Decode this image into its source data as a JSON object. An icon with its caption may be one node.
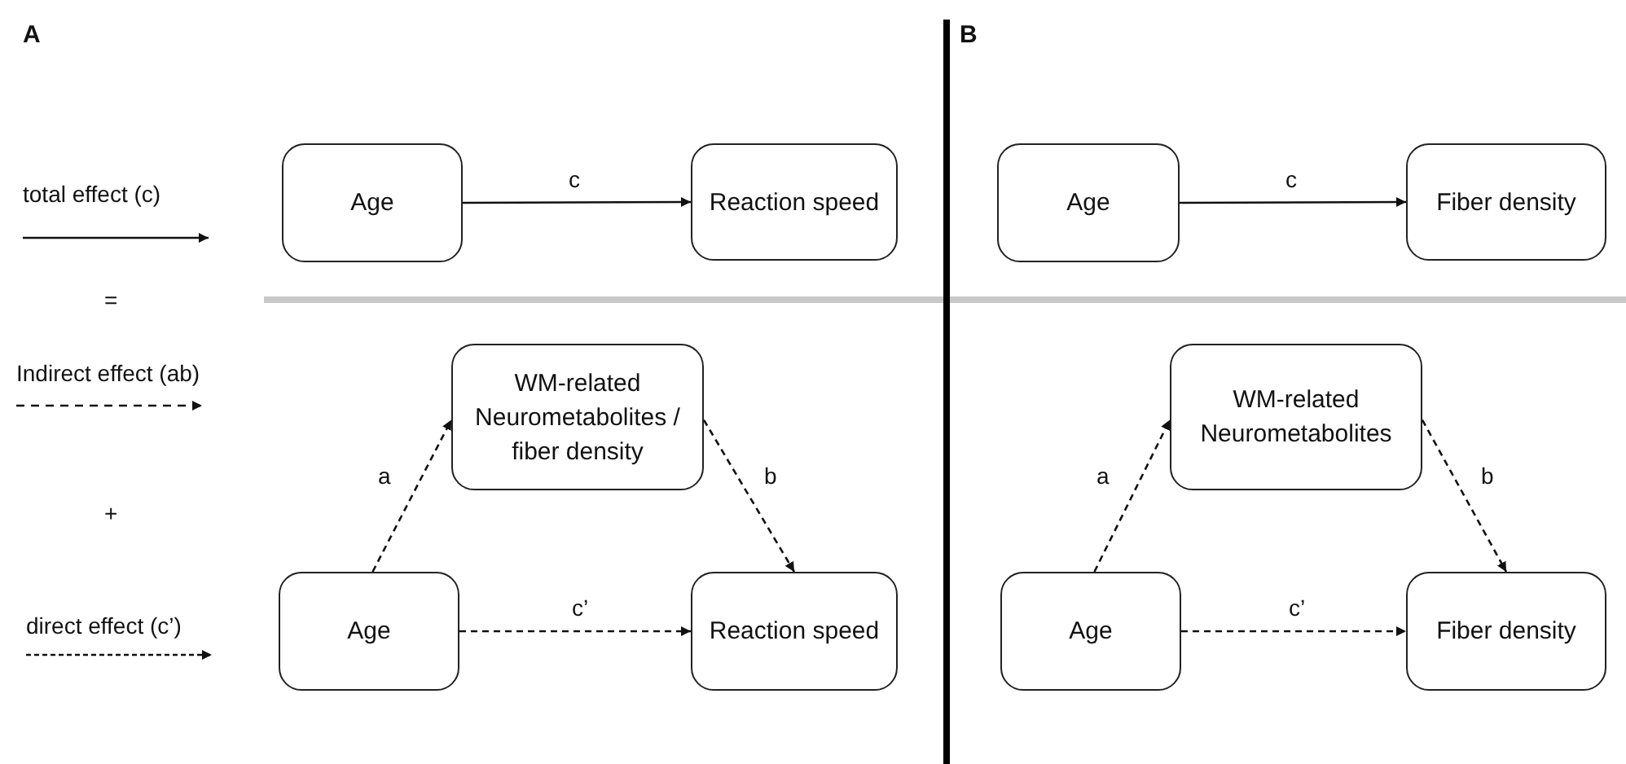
{
  "diagram": {
    "nodes": [
      {
        "text": [
          "Age"
        ]
      },
      {
        "text": [
          "Reaction speed"
        ]
      },
      {
        "text": [
          "WM-related Neurometabolites / fiber density"
        ]
      },
      {
        "text": [
          "Age"
        ]
      },
      {
        "text": [
          "Reaction speed"
        ]
      },
      {
        "text": [
          "Age"
        ]
      },
      {
        "text": [
          "Fiber density"
        ]
      },
      {
        "text": [
          "WM-related Neurometabolites"
        ]
      },
      {
        "text": [
          "Age"
        ]
      },
      {
        "text": [
          "Fiber density"
        ]
      }
    ],
    "edges": [
      {
        "from": 0,
        "to": 1,
        "arrow": "to",
        "label": "c"
      },
      {
        "from": 3,
        "to": 2,
        "arrow": "to",
        "label": "a",
        "style": "dashed"
      },
      {
        "from": 2,
        "to": 4,
        "arrow": "to",
        "label": "b",
        "style": "dashed"
      },
      {
        "from": 3,
        "to": 4,
        "arrow": "to",
        "label": "c’",
        "style": "dashed"
      },
      {
        "from": 5,
        "to": 6,
        "arrow": "to",
        "label": "c"
      },
      {
        "from": 8,
        "to": 7,
        "arrow": "to",
        "label": "a",
        "style": "dashed"
      },
      {
        "from": 7,
        "to": 9,
        "arrow": "to",
        "label": "b",
        "style": "dashed"
      },
      {
        "from": 8,
        "to": 9,
        "arrow": "to",
        "label": "c’",
        "style": "dashed"
      }
    ],
    "labels": [
      "A",
      "B",
      "=",
      "+"
    ],
    "legend": [
      {
        "text": "total effect (c)"
      },
      {
        "text": "Indirect effect (ab)"
      },
      {
        "text": "direct effect (c’)"
      }
    ]
  }
}
